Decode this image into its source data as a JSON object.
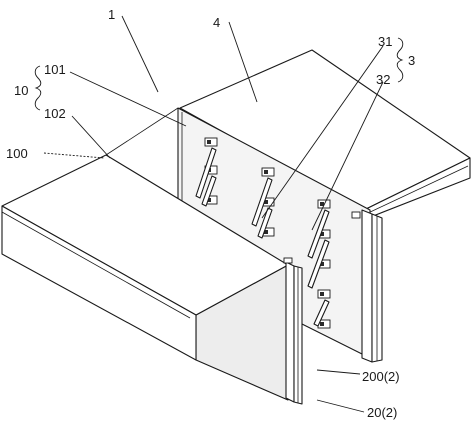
{
  "labels": {
    "l1": "1",
    "l4": "4",
    "l31": "31",
    "l3": "3",
    "l32": "32",
    "l101": "101",
    "l10": "10",
    "l102": "102",
    "l100": "100",
    "l200_2": "200(2)",
    "l20_2": "20(2)"
  }
}
